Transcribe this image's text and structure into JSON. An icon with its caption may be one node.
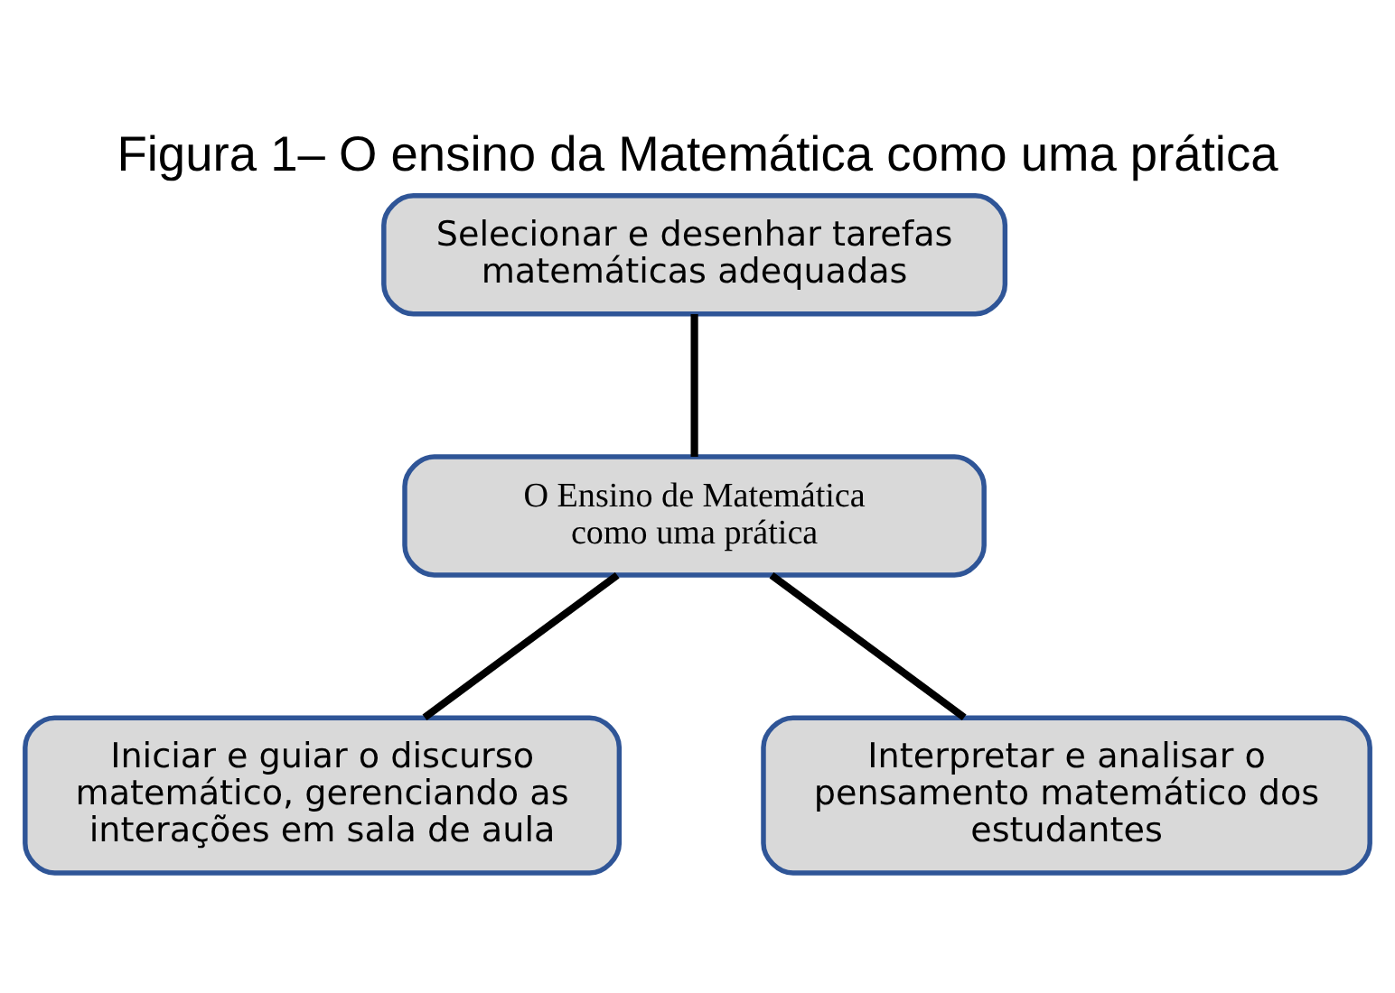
{
  "diagram": {
    "title": "Figura 1– O ensino da Matemática como uma prática",
    "nodes": [
      {
        "text": [
          "Selecionar e desenhar tarefas matemáticas adequadas"
        ]
      },
      {
        "text": [
          "O Ensino de Matemática como uma prática"
        ]
      },
      {
        "text": [
          "Iniciar e guiar o discurso matemático, gerenciando as interações em sala de aula"
        ]
      },
      {
        "text": [
          "Interpretar e analisar o pensamento matemático dos estudantes"
        ]
      }
    ],
    "edges": [
      {
        "from": 0,
        "to": 1,
        "arrow": "none"
      },
      {
        "from": 1,
        "to": 2,
        "arrow": "none"
      },
      {
        "from": 1,
        "to": 3,
        "arrow": "none"
      }
    ]
  }
}
